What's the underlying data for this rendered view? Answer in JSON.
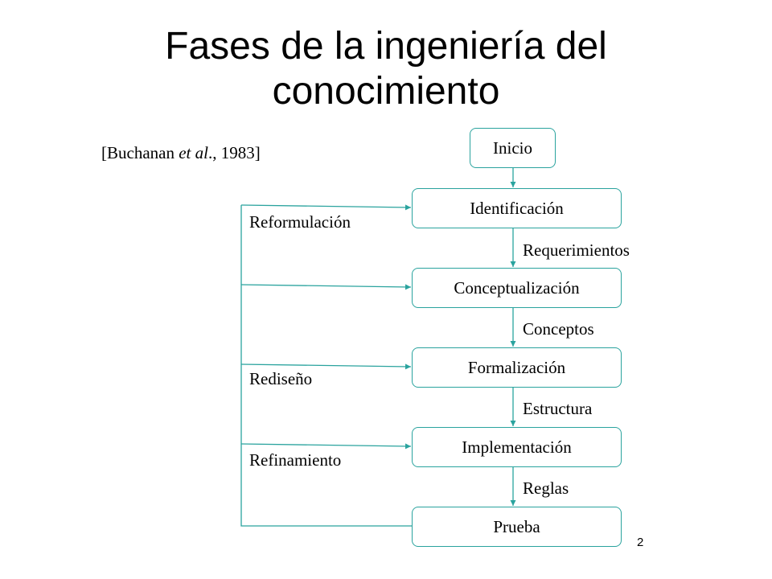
{
  "title_line1": "Fases de la ingeniería del",
  "title_line2": "conocimiento",
  "citation": {
    "prefix": "[Buchanan ",
    "italic": "et al",
    "suffix": "., 1983]"
  },
  "boxes": {
    "inicio": "Inicio",
    "identificacion": "Identificación",
    "conceptualizacion": "Conceptualización",
    "formalizacion": "Formalización",
    "implementacion": "Implementación",
    "prueba": "Prueba"
  },
  "outputs": {
    "requerimientos": "Requerimientos",
    "conceptos": "Conceptos",
    "estructura": "Estructura",
    "reglas": "Reglas"
  },
  "feedback": {
    "reformulacion": "Reformulación",
    "rediseno": "Rediseño",
    "refinamiento": "Refinamiento"
  },
  "page_number": "2",
  "colors": {
    "accent": "#2aa39e"
  }
}
